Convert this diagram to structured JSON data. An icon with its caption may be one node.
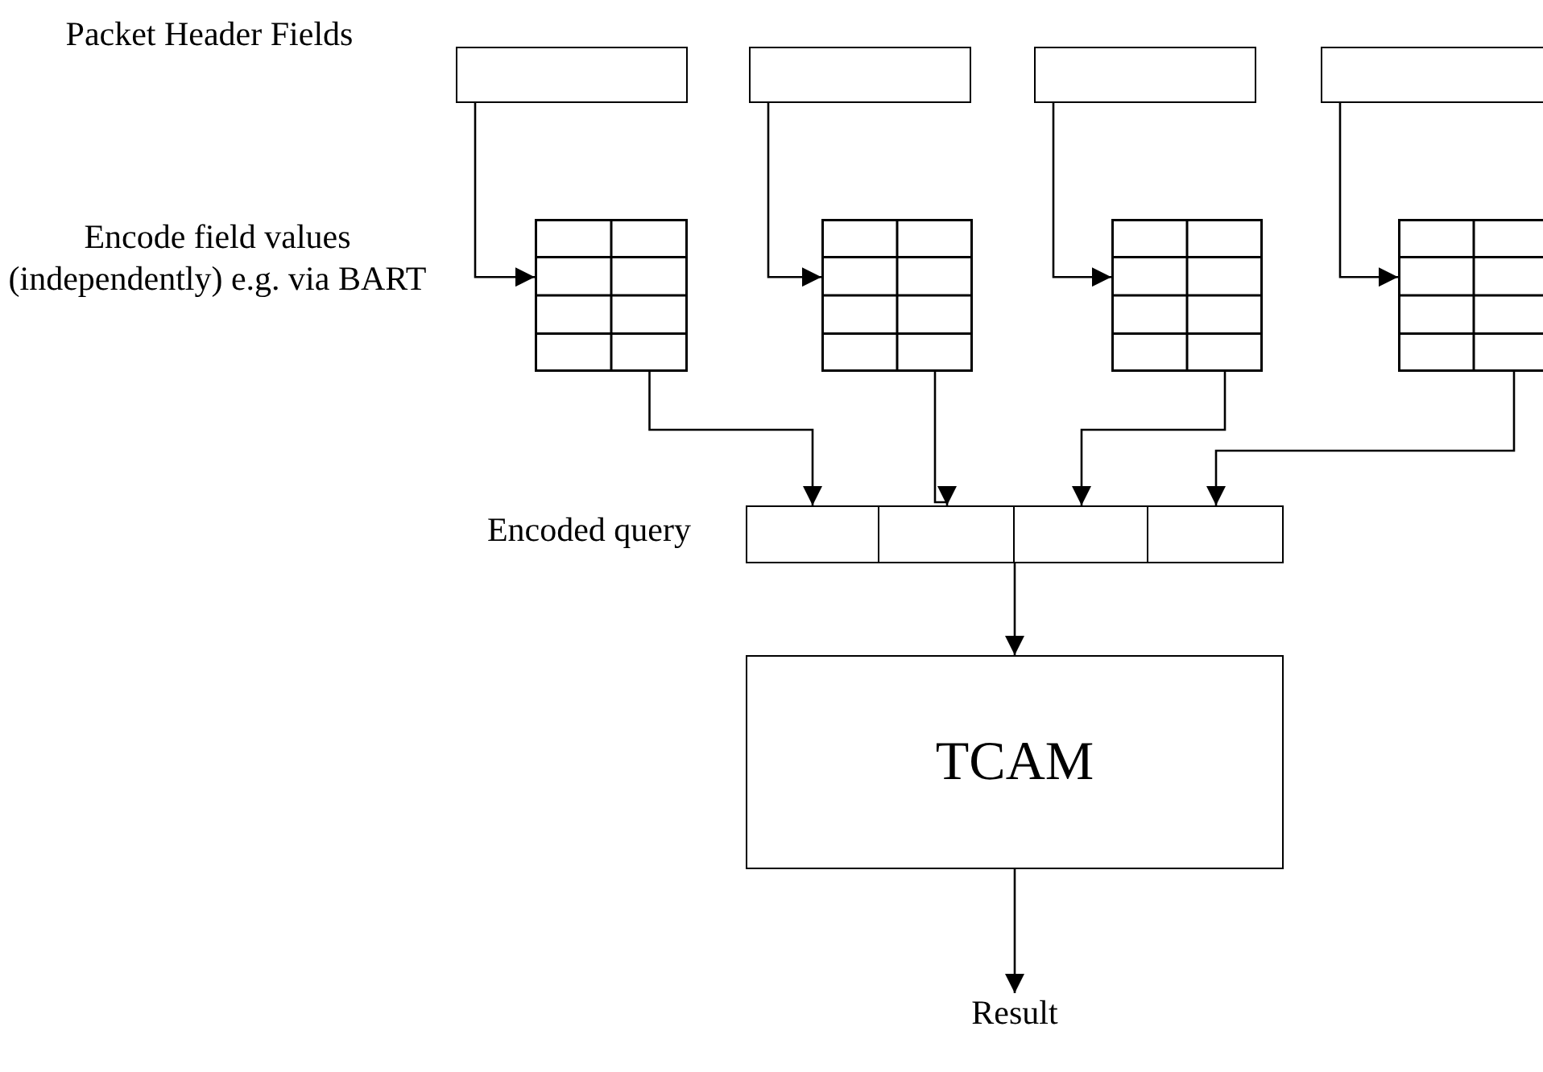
{
  "diagram": {
    "nodes": [
      {
        "text": [],
        "shape": "box"
      },
      {
        "text": [],
        "shape": "box"
      },
      {
        "text": [],
        "shape": "box"
      },
      {
        "text": [],
        "shape": "box"
      },
      {
        "text": [],
        "shape": "table"
      },
      {
        "text": [],
        "shape": "table"
      },
      {
        "text": [],
        "shape": "table"
      },
      {
        "text": [],
        "shape": "table"
      },
      {
        "text": [],
        "shape": "bar",
        "beside": [
          "Encoded query"
        ]
      },
      {
        "text": [],
        "shape": "box",
        "in": 8
      },
      {
        "text": [],
        "shape": "box",
        "in": 8
      },
      {
        "text": [],
        "shape": "box",
        "in": 8
      },
      {
        "text": [],
        "shape": "box",
        "in": 8
      },
      {
        "text": [
          "TCAM"
        ]
      },
      {
        "text": [
          "Result"
        ]
      }
    ],
    "edges": [
      {
        "from": 0,
        "to": 4,
        "arrow": "to"
      },
      {
        "from": 1,
        "to": 5,
        "arrow": "to"
      },
      {
        "from": 2,
        "to": 6,
        "arrow": "to"
      },
      {
        "from": 3,
        "to": 7,
        "arrow": "to"
      },
      {
        "from": 4,
        "to": 9,
        "arrow": "to"
      },
      {
        "from": 5,
        "to": 10,
        "arrow": "to"
      },
      {
        "from": 6,
        "to": 11,
        "arrow": "to"
      },
      {
        "from": 7,
        "to": 12,
        "arrow": "to"
      },
      {
        "from": 8,
        "to": 13,
        "arrow": "to"
      },
      {
        "from": 13,
        "to": 14,
        "arrow": "to"
      }
    ],
    "labels": [
      "Packet Header Fields",
      "Encode field values (independently) e.g. via BART"
    ]
  }
}
